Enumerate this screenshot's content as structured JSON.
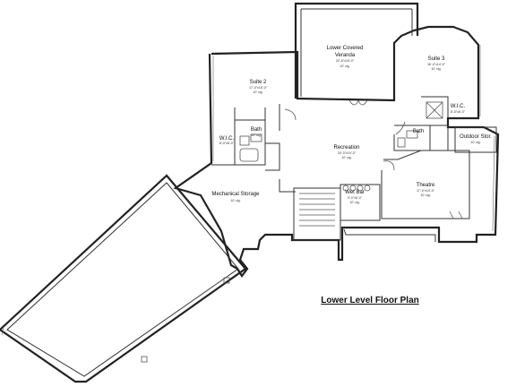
{
  "title": "Lower Level Floor Plan",
  "rooms": {
    "veranda": {
      "name_line1": "Lower Covered",
      "name_line2": "Veranda",
      "dims": "22'-6\"x18'-0\"",
      "clg": "10' clg."
    },
    "suite2": {
      "name": "Suite 2",
      "dims": "17'-0\"x15'-0\"",
      "clg": "10' clg."
    },
    "suite3": {
      "name": "Suite 3",
      "dims": "16'-0\"x14'-0\"",
      "clg": "10' clg."
    },
    "wic_left": {
      "name": "W.I.C.",
      "dims": "8'-0\"x6'-0\""
    },
    "bath_left": {
      "name": "Bath",
      "clg": "10' clg."
    },
    "recreation": {
      "name": "Recreation",
      "dims": "20'-0\"x19'-0\"",
      "clg": "10' clg."
    },
    "wic_right": {
      "name": "W.I.C.",
      "dims": "8'-0\"x6'-0\""
    },
    "bath_right": {
      "name": "Bath"
    },
    "outdoor_stor": {
      "name": "Outdoor Stor.",
      "clg": "10' clg."
    },
    "theatre": {
      "name": "Theatre",
      "dims": "17'-0\"x19'-0\"",
      "clg": "10' clg."
    },
    "wet_bar": {
      "name": "Wet Bar",
      "dims": "9'-0\"x6'-0\"",
      "clg": "10' clg."
    },
    "mech_storage": {
      "name": "Mechanical Storage",
      "clg": "10' clg."
    }
  }
}
